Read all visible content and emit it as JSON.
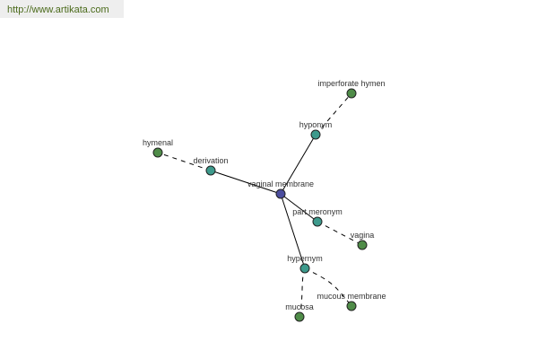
{
  "watermark": "http://www.artikata.com",
  "colors": {
    "center": "#4b4d9e",
    "relation": "#3d9a8c",
    "leaf": "#4f8c48",
    "edge": "#000000"
  },
  "graph": {
    "center": "vaginal membrane",
    "relations": [
      {
        "label": "hyponym",
        "targets": [
          "imperforate hymen"
        ]
      },
      {
        "label": "derivation",
        "targets": [
          "hymenal"
        ]
      },
      {
        "label": "part meronym",
        "targets": [
          "vagina"
        ]
      },
      {
        "label": "hypernym",
        "targets": [
          "mucosa",
          "mucous membrane"
        ]
      }
    ]
  }
}
